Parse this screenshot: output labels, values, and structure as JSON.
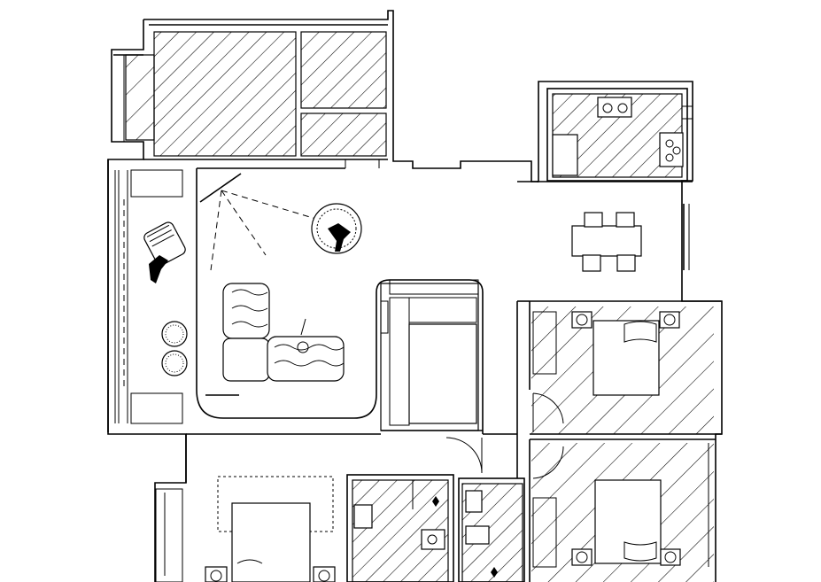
{
  "drawing": {
    "type": "residential floor plan",
    "labels": []
  },
  "rooms": [
    {
      "id": "north-bedroom"
    },
    {
      "id": "kitchen"
    },
    {
      "id": "dining"
    },
    {
      "id": "balcony"
    },
    {
      "id": "living-room"
    },
    {
      "id": "wardrobe-cabinet"
    },
    {
      "id": "east-bedroom-1"
    },
    {
      "id": "east-bedroom-2"
    },
    {
      "id": "south-bedroom"
    },
    {
      "id": "bathroom-1"
    },
    {
      "id": "bathroom-2"
    }
  ],
  "furniture_counts": {
    "dining_chairs": 4,
    "stools": 2,
    "beds": 3,
    "nightstand_lamps": 6
  },
  "colors": {
    "line": "#000000",
    "background": "#ffffff"
  }
}
